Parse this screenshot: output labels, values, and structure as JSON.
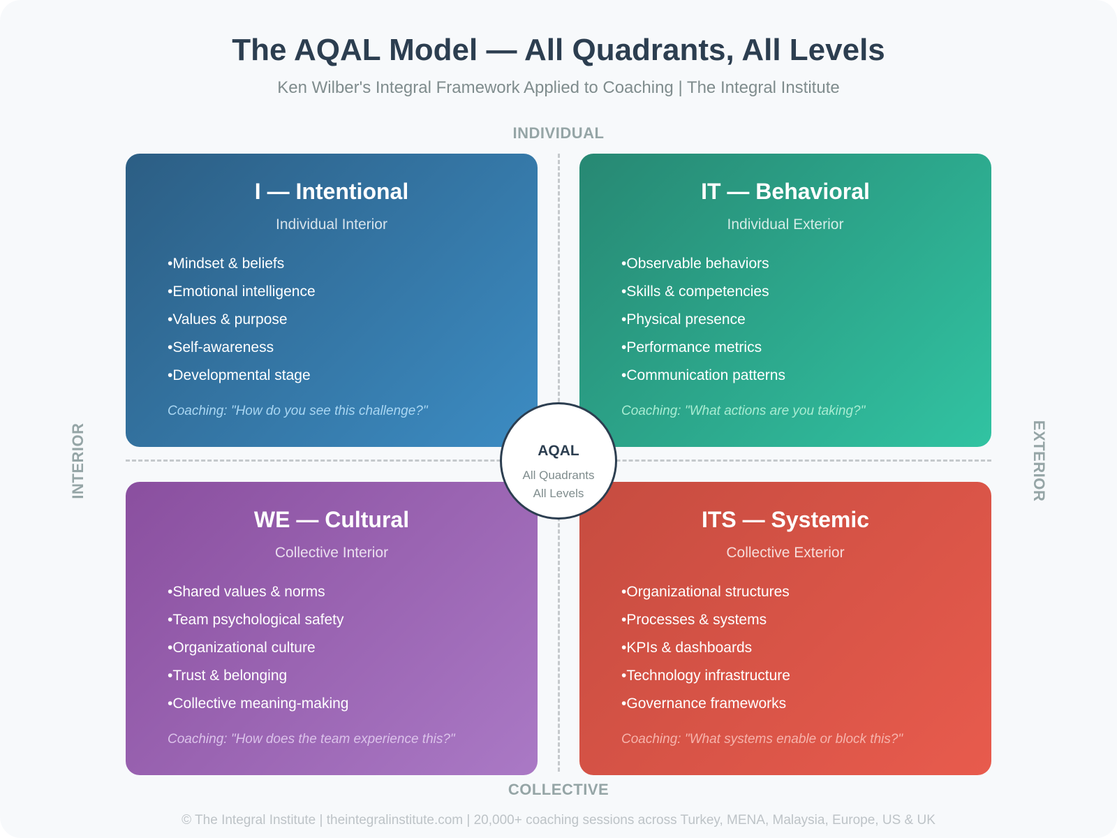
{
  "header": {
    "title": "The AQAL Model — All Quadrants, All Levels",
    "subtitle": "Ken Wilber's Integral Framework Applied to Coaching | The Integral Institute"
  },
  "axes": {
    "top": "INDIVIDUAL",
    "bottom": "COLLECTIVE",
    "left": "INTERIOR",
    "right": "EXTERIOR"
  },
  "center": {
    "title": "AQAL",
    "line1": "All Quadrants",
    "line2": "All Levels"
  },
  "quadrants": [
    {
      "title": "I — Intentional",
      "subtitle": "Individual Interior",
      "color": "#3580b4",
      "items": [
        "Mindset & beliefs",
        "Emotional intelligence",
        "Values & purpose",
        "Self-awareness",
        "Developmental stage"
      ],
      "coaching": "Coaching: \"How do you see this challenge?\""
    },
    {
      "title": "IT — Behavioral",
      "subtitle": "Individual Exterior",
      "color": "#2ca88b",
      "items": [
        "Observable behaviors",
        "Skills & competencies",
        "Physical presence",
        "Performance metrics",
        "Communication patterns"
      ],
      "coaching": "Coaching: \"What actions are you taking?\""
    },
    {
      "title": "WE — Cultural",
      "subtitle": "Collective Interior",
      "color": "#9b62b3",
      "items": [
        "Shared values & norms",
        "Team psychological safety",
        "Organizational culture",
        "Trust & belonging",
        "Collective meaning-making"
      ],
      "coaching": "Coaching: \"How does the team experience this?\""
    },
    {
      "title": "ITS — Systemic",
      "subtitle": "Collective Exterior",
      "color": "#d9554a",
      "items": [
        "Organizational structures",
        "Processes & systems",
        "KPIs & dashboards",
        "Technology infrastructure",
        "Governance frameworks"
      ],
      "coaching": "Coaching: \"What systems enable or block this?\""
    }
  ],
  "footer": "© The Integral Institute | theintegralinstitute.com | 20,000+ coaching sessions across Turkey, MENA, Malaysia, Europe, US & UK"
}
